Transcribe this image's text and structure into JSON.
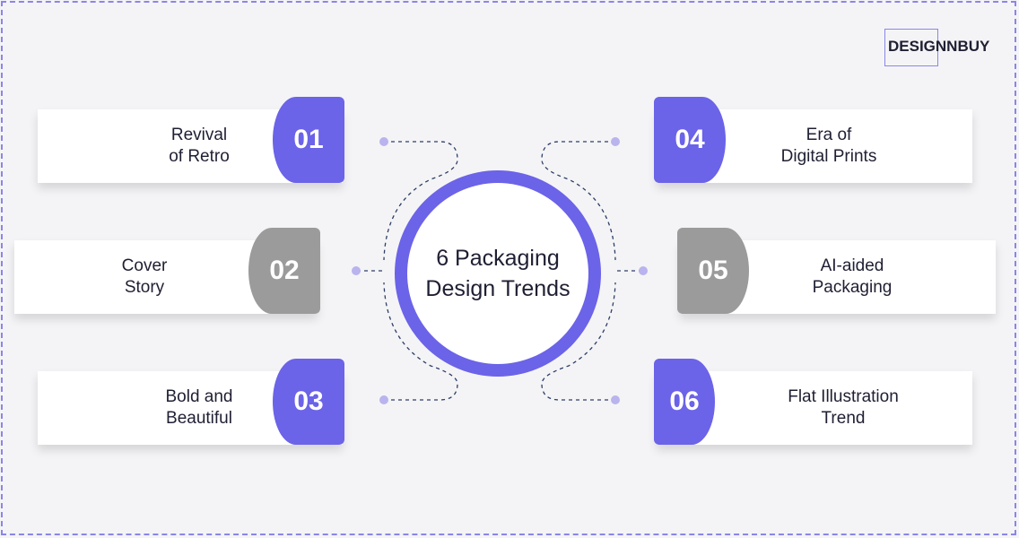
{
  "brand": {
    "logo_text": "DESIGNNBUY"
  },
  "center": {
    "line1": "6 Packaging",
    "line2": "Design Trends"
  },
  "trends": [
    {
      "number": "01",
      "line1": "Revival",
      "line2": "of Retro"
    },
    {
      "number": "02",
      "line1": "Cover",
      "line2": "Story"
    },
    {
      "number": "03",
      "line1": "Bold and",
      "line2": "Beautiful"
    },
    {
      "number": "04",
      "line1": "Era of",
      "line2": "Digital Prints"
    },
    {
      "number": "05",
      "line1": "AI-aided",
      "line2": "Packaging"
    },
    {
      "number": "06",
      "line1": "Flat Illustration",
      "line2": "Trend"
    }
  ],
  "colors": {
    "accent": "#6b63e8",
    "highlight_gray": "#9b9b9b",
    "dot": "#b9b3ee",
    "connector": "#2c3e66"
  }
}
